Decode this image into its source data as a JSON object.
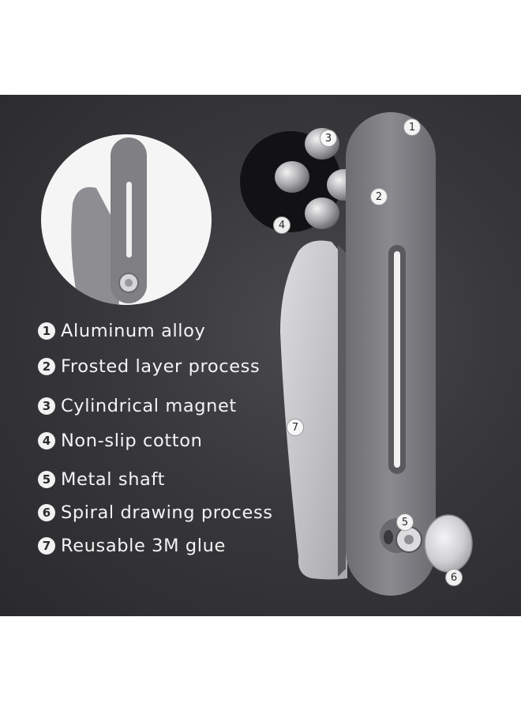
{
  "legend": [
    {
      "num": "1",
      "text": "Aluminum alloy"
    },
    {
      "num": "2",
      "text": "Frosted layer process"
    },
    {
      "num": "3",
      "text": "Cylindrical magnet"
    },
    {
      "num": "4",
      "text": "Non-slip cotton"
    },
    {
      "num": "5",
      "text": "Metal shaft"
    },
    {
      "num": "6",
      "text": "Spiral drawing process"
    },
    {
      "num": "7",
      "text": "Reusable 3M glue"
    }
  ],
  "callouts": [
    "1",
    "2",
    "3",
    "4",
    "5",
    "6",
    "7"
  ],
  "colors": {
    "background": "#ffffff",
    "panel": "#38383c",
    "bracket": "#7d7d82",
    "glue_pad": "#c9c9cc",
    "magnet_disc": "#1a1a1c",
    "legend_text": "#f4f4f4"
  },
  "icons": [
    "phone-holder-inset-image",
    "magnet-cluster-image",
    "metal-shaft-disc-image"
  ]
}
